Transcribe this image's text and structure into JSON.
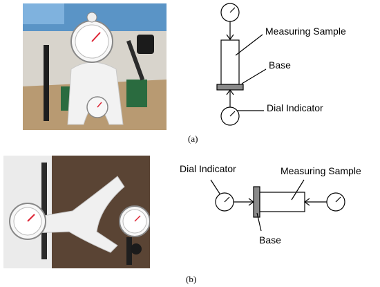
{
  "panel_a": {
    "caption": "(a)",
    "labels": {
      "measuring_sample": "Measuring Sample",
      "base": "Base",
      "dial_indicator": "Dial Indicator"
    }
  },
  "panel_b": {
    "caption": "(b)",
    "labels": {
      "dial_indicator": "Dial Indicator",
      "measuring_sample": "Measuring Sample",
      "base": "Base"
    }
  }
}
